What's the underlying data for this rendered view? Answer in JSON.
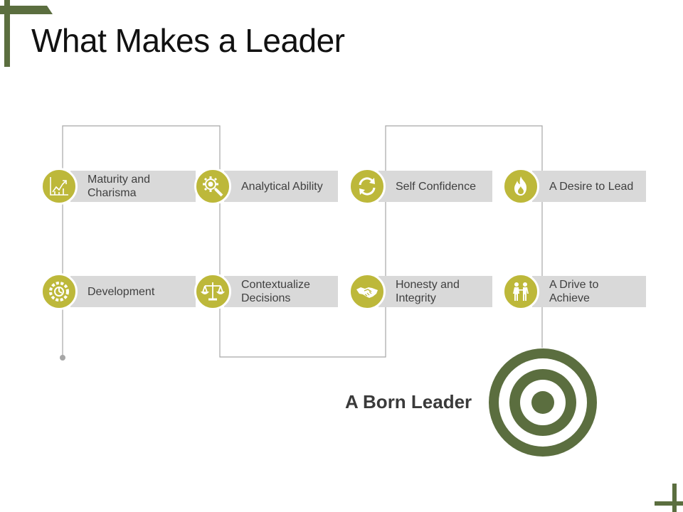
{
  "title": "What Makes a Leader",
  "items": [
    {
      "label": "Maturity and\nCharisma",
      "icon": "growth-chart-icon"
    },
    {
      "label": "Analytical Ability",
      "icon": "gear-magnifier-icon"
    },
    {
      "label": "Self Confidence",
      "icon": "refresh-arrows-icon"
    },
    {
      "label": "A Desire to Lead",
      "icon": "flame-icon"
    },
    {
      "label": "Development",
      "icon": "gears-cycle-icon"
    },
    {
      "label": "Contextualize\nDecisions",
      "icon": "balance-scale-icon"
    },
    {
      "label": "Honesty and\nIntegrity",
      "icon": "handshake-icon"
    },
    {
      "label": "A Drive to\nAchieve",
      "icon": "people-icon"
    }
  ],
  "result": {
    "label": "A Born Leader",
    "icon": "target-icon"
  },
  "colors": {
    "accent": "#bdb83a",
    "target": "#5b6e3f",
    "box": "#d9d9d9",
    "line": "#a6a6a6"
  }
}
